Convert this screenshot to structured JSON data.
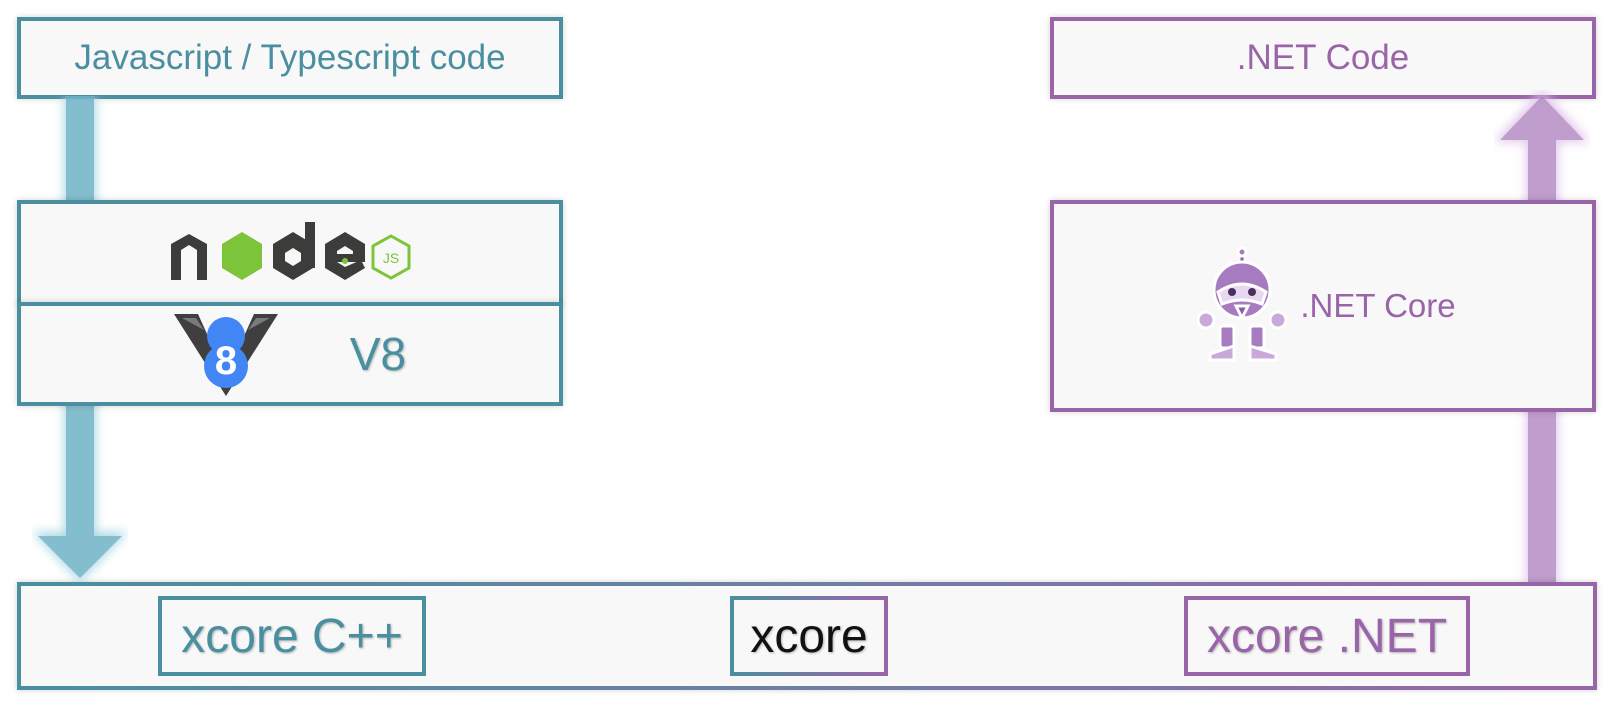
{
  "diagram": {
    "js_code_label": "Javascript / Typescript code",
    "dotnet_code_label": ".NET Code",
    "node_logo_text": "node",
    "node_logo_badge": "JS",
    "v8_logo_digit": "8",
    "v8_label": "V8",
    "dotnet_core_label": ".NET Core",
    "xcore_cpp_label": "xcore C++",
    "xcore_label": "xcore",
    "xcore_net_label": "xcore .NET"
  },
  "colors": {
    "teal": "#4a8f9f",
    "purple": "#9a64a8",
    "node_dark": "#3c3c3a",
    "node_green": "#7cc43a",
    "v8_blue": "#4285f4",
    "v8_dark": "#3f3f3f",
    "bot_purple": "#a77bc0"
  },
  "icons": {
    "down_arrow": "arrow-down-icon",
    "up_arrow": "arrow-up-icon",
    "node": "nodejs-logo",
    "v8": "v8-logo",
    "dotnet_bot": "dotnet-bot-icon"
  }
}
